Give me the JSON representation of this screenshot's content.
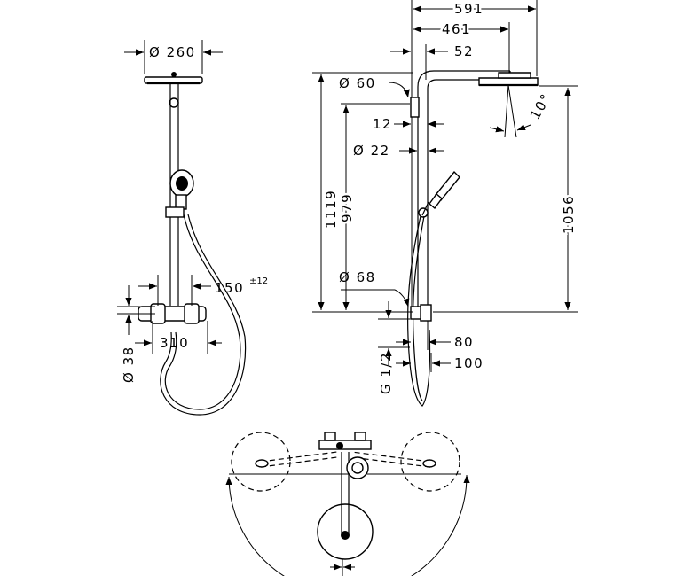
{
  "dimensions": {
    "front_head_diameter": "Ø 260",
    "pipe_spacing": "150",
    "pipe_spacing_tolerance": "±12",
    "connection_diameter": "Ø 38",
    "thermostat_width": "310",
    "top_total": "591",
    "top_arm": "461",
    "top_offset": "52",
    "head_bracket_diameter": "Ø 60",
    "wall_gap": "12",
    "pipe_diameter": "Ø 22",
    "head_tilt": "10°",
    "overall_height": "1119",
    "handshower_height": "979",
    "head_height": "1056",
    "rosette_diameter": "Ø 68",
    "thread": "G 1/2",
    "depth_min": "80",
    "depth_max": "100"
  }
}
